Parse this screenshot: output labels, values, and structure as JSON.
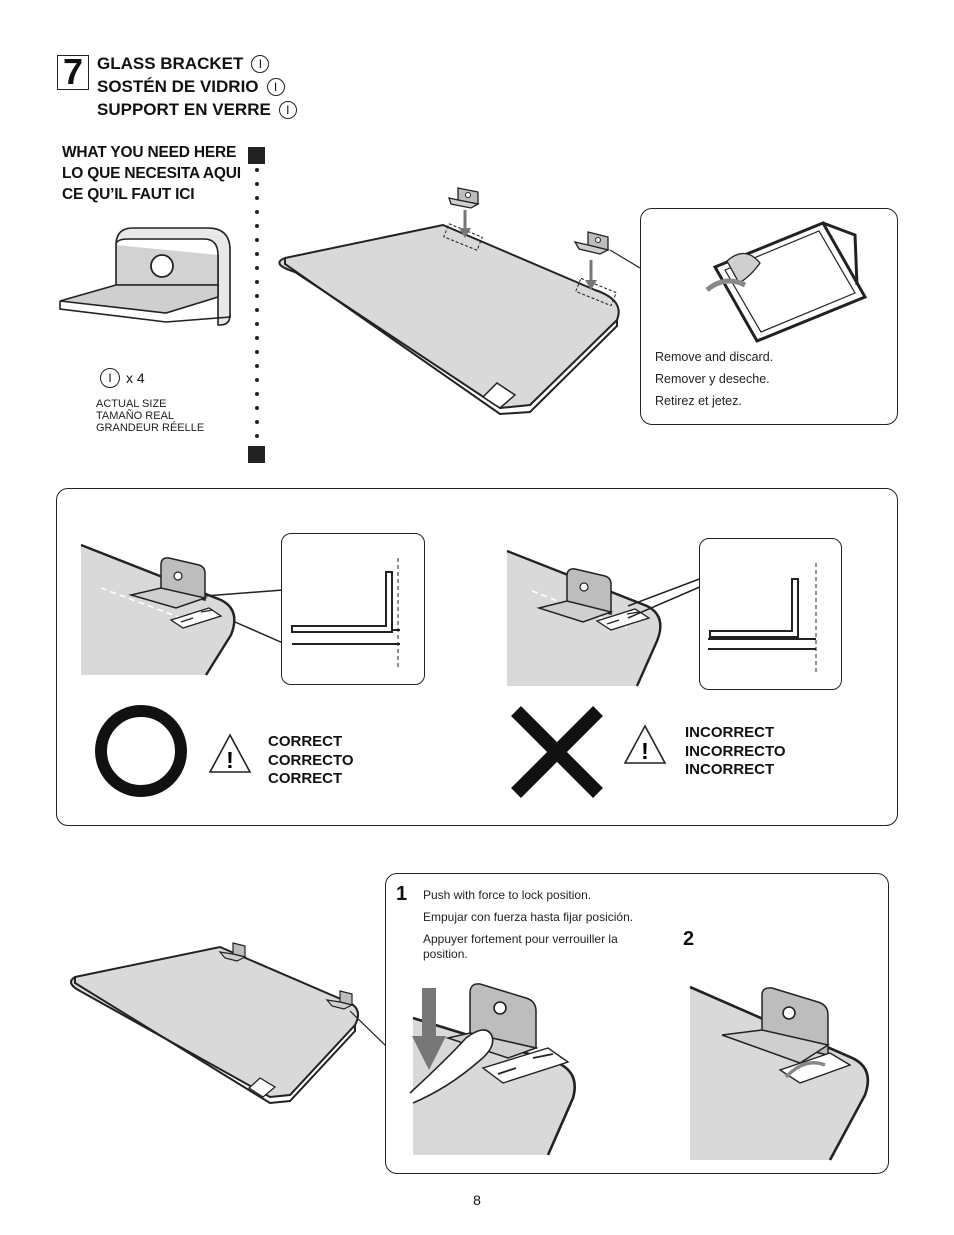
{
  "step": {
    "number": "7",
    "titles": [
      "GLASS BRACKET",
      "SOSTÉN DE VIDRIO",
      "SUPPORT EN VERRE"
    ],
    "part_mark": "I"
  },
  "need": {
    "lines": [
      "WHAT YOU NEED HERE",
      "LO QUE NECESITA AQUI",
      "CE QU’IL FAUT ICI"
    ],
    "part_mark": "I",
    "quantity": "x 4",
    "size_lines": [
      "ACTUAL SIZE",
      "TAMAÑO REAL",
      "GRANDEUR RÉELLE"
    ]
  },
  "peel_note": [
    "Remove and discard.",
    "Remover y deseche.",
    "Retirez et jetez."
  ],
  "correct_labels": [
    "CORRECT",
    "CORRECTO",
    "CORRECT"
  ],
  "incorrect_labels": [
    "INCORRECT",
    "INCORRECTO",
    "INCORRECT"
  ],
  "warning_glyph": "!",
  "push_step": {
    "number": "1",
    "lines": [
      "Push with force to lock position.",
      "Empujar con fuerza hasta fijar posición.",
      "Appuyer fortement pour verrouiller la position."
    ]
  },
  "second_step": {
    "number": "2"
  },
  "page_number": "8",
  "colors": {
    "shelf_fill": "#d9d9d9",
    "line": "#222222",
    "bracket_fill": "#bdbdbd",
    "dark_arrow": "#777777"
  }
}
